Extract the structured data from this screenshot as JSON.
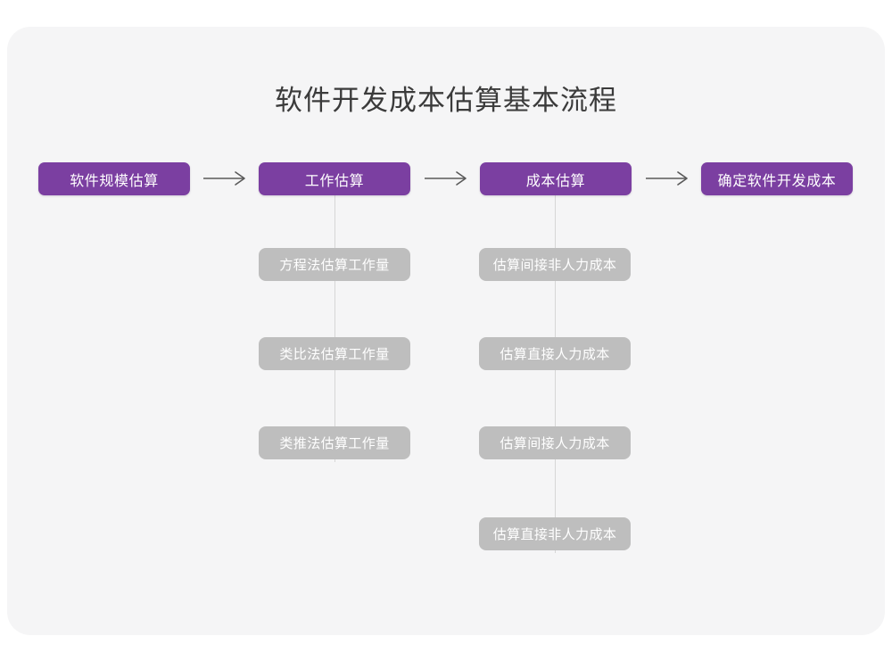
{
  "page": {
    "title": "软件开发成本估算基本流程",
    "background_color": "#ffffff",
    "card_color": "#f5f5f6"
  },
  "theme": {
    "primary_color": "#7b3fa1",
    "secondary_color": "#bebebe",
    "connector_color": "#d6d6d6",
    "arrow_color": "#595959",
    "title_color": "#3b3b3b",
    "node_text_color": "#ffffff"
  },
  "chart_data": {
    "type": "diagram",
    "diagram_kind": "flowchart",
    "title": "软件开发成本估算基本流程",
    "orientation": "left-to-right with vertical sub-branches",
    "stages": [
      {
        "id": "stage-1",
        "label": "软件规模估算",
        "level": "primary",
        "substeps": []
      },
      {
        "id": "stage-2",
        "label": "工作估算",
        "level": "primary",
        "substeps": [
          "方程法估算工作量",
          "类比法估算工作量",
          "类推法估算工作量"
        ]
      },
      {
        "id": "stage-3",
        "label": "成本估算",
        "level": "primary",
        "substeps": [
          "估算间接非人力成本",
          "估算直接人力成本",
          "估算间接人力成本",
          "估算直接非人力成本"
        ]
      },
      {
        "id": "stage-4",
        "label": "确定软件开发成本",
        "level": "primary",
        "substeps": []
      }
    ],
    "arrows": [
      {
        "from": "stage-1",
        "to": "stage-2",
        "glyph": "arrow-right"
      },
      {
        "from": "stage-2",
        "to": "stage-3",
        "glyph": "arrow-right"
      },
      {
        "from": "stage-3",
        "to": "stage-4",
        "glyph": "arrow-right"
      }
    ]
  }
}
